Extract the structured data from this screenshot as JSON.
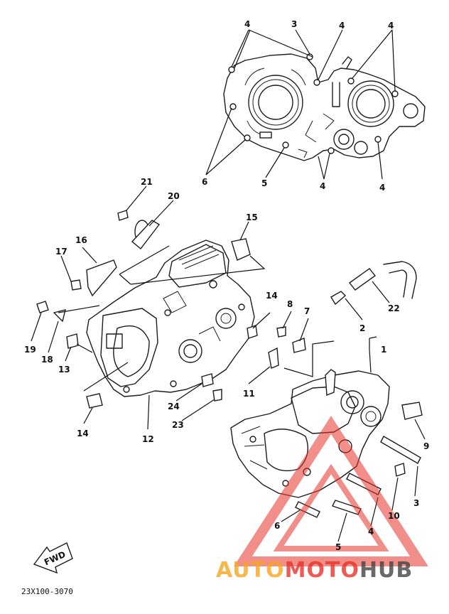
{
  "diagram": {
    "part_code": "23X100-3070",
    "fwd_label": "FWD",
    "callouts": [
      {
        "id": "c4a",
        "text": "4"
      },
      {
        "id": "c3a",
        "text": "3"
      },
      {
        "id": "c4b",
        "text": "4"
      },
      {
        "id": "c4c",
        "text": "4"
      },
      {
        "id": "c6a",
        "text": "6"
      },
      {
        "id": "c5a",
        "text": "5"
      },
      {
        "id": "c4d",
        "text": "4"
      },
      {
        "id": "c4e",
        "text": "4"
      },
      {
        "id": "c21",
        "text": "21"
      },
      {
        "id": "c20",
        "text": "20"
      },
      {
        "id": "c15",
        "text": "15"
      },
      {
        "id": "c16",
        "text": "16"
      },
      {
        "id": "c17",
        "text": "17"
      },
      {
        "id": "c14a",
        "text": "14"
      },
      {
        "id": "c8",
        "text": "8"
      },
      {
        "id": "c7",
        "text": "7"
      },
      {
        "id": "c2",
        "text": "2"
      },
      {
        "id": "c22",
        "text": "22"
      },
      {
        "id": "c1",
        "text": "1"
      },
      {
        "id": "c19",
        "text": "19"
      },
      {
        "id": "c18",
        "text": "18"
      },
      {
        "id": "c13",
        "text": "13"
      },
      {
        "id": "c11",
        "text": "11"
      },
      {
        "id": "c24",
        "text": "24"
      },
      {
        "id": "c23",
        "text": "23"
      },
      {
        "id": "c14b",
        "text": "14"
      },
      {
        "id": "c12",
        "text": "12"
      },
      {
        "id": "c9",
        "text": "9"
      },
      {
        "id": "c3b",
        "text": "3"
      },
      {
        "id": "c10",
        "text": "10"
      },
      {
        "id": "c4f",
        "text": "4"
      },
      {
        "id": "c6b",
        "text": "6"
      },
      {
        "id": "c5b",
        "text": "5"
      }
    ]
  },
  "watermark": {
    "text_auto": "AUTO",
    "text_moto": "MOTO",
    "text_hub": "HUB",
    "color_orange": "#f5a623",
    "color_red": "#e8332a",
    "color_gray": "#444444"
  }
}
